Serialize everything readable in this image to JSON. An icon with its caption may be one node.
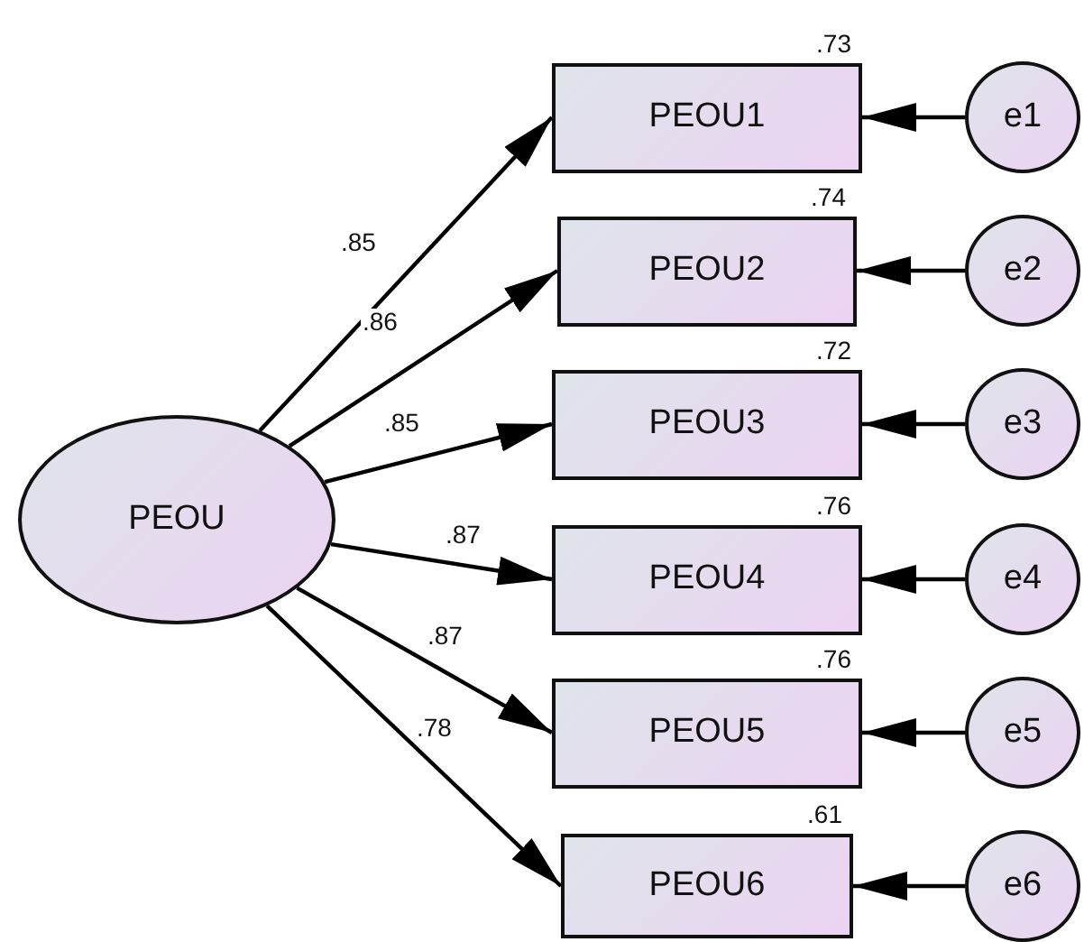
{
  "diagram": {
    "nodes": [
      {
        "text": [
          "PEOU"
        ]
      },
      {
        "text": [
          "PEOU1"
        ],
        "beside": [
          ".73"
        ]
      },
      {
        "text": [
          "PEOU2"
        ],
        "beside": [
          ".74"
        ]
      },
      {
        "text": [
          "PEOU3"
        ],
        "beside": [
          ".72"
        ]
      },
      {
        "text": [
          "PEOU4"
        ],
        "beside": [
          ".76"
        ]
      },
      {
        "text": [
          "PEOU5"
        ],
        "beside": [
          ".76"
        ]
      },
      {
        "text": [
          "PEOU6"
        ],
        "beside": [
          ".61"
        ]
      },
      {
        "text": [
          "e1"
        ]
      },
      {
        "text": [
          "e2"
        ]
      },
      {
        "text": [
          "e3"
        ]
      },
      {
        "text": [
          "e4"
        ]
      },
      {
        "text": [
          "e5"
        ]
      },
      {
        "text": [
          "e6"
        ]
      }
    ],
    "edges": [
      {
        "from": 0,
        "to": 1,
        "arrow": "to",
        "label": ".85"
      },
      {
        "from": 0,
        "to": 2,
        "arrow": "to",
        "label": ".86"
      },
      {
        "from": 0,
        "to": 3,
        "arrow": "to",
        "label": ".85"
      },
      {
        "from": 0,
        "to": 4,
        "arrow": "to",
        "label": ".87"
      },
      {
        "from": 0,
        "to": 5,
        "arrow": "to",
        "label": ".87"
      },
      {
        "from": 0,
        "to": 6,
        "arrow": "to",
        "label": ".78"
      },
      {
        "from": 7,
        "to": 1,
        "arrow": "to"
      },
      {
        "from": 8,
        "to": 2,
        "arrow": "to"
      },
      {
        "from": 9,
        "to": 3,
        "arrow": "to"
      },
      {
        "from": 10,
        "to": 4,
        "arrow": "to"
      },
      {
        "from": 11,
        "to": 5,
        "arrow": "to"
      },
      {
        "from": 12,
        "to": 6,
        "arrow": "to"
      }
    ]
  }
}
